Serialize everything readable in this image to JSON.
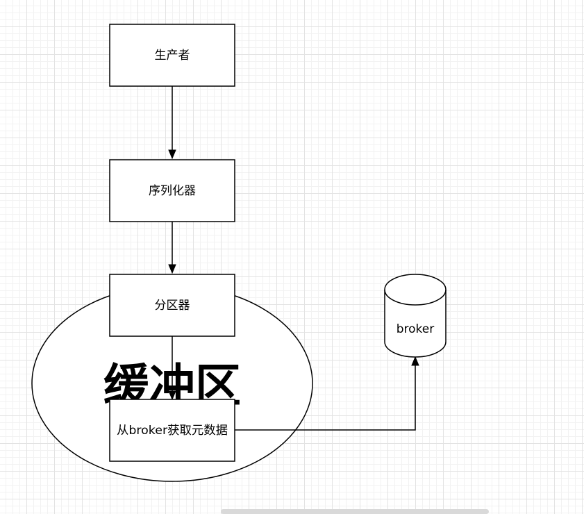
{
  "diagram": {
    "nodes": {
      "producer": "生产者",
      "serializer": "序列化器",
      "partitioner": "分区器",
      "fetch_metadata": "从broker获取元数据",
      "broker": "broker"
    },
    "buffer_label": "缓冲区"
  },
  "colors": {
    "stroke": "#000000",
    "fill": "#ffffff",
    "grid": "#e3e3e3"
  }
}
